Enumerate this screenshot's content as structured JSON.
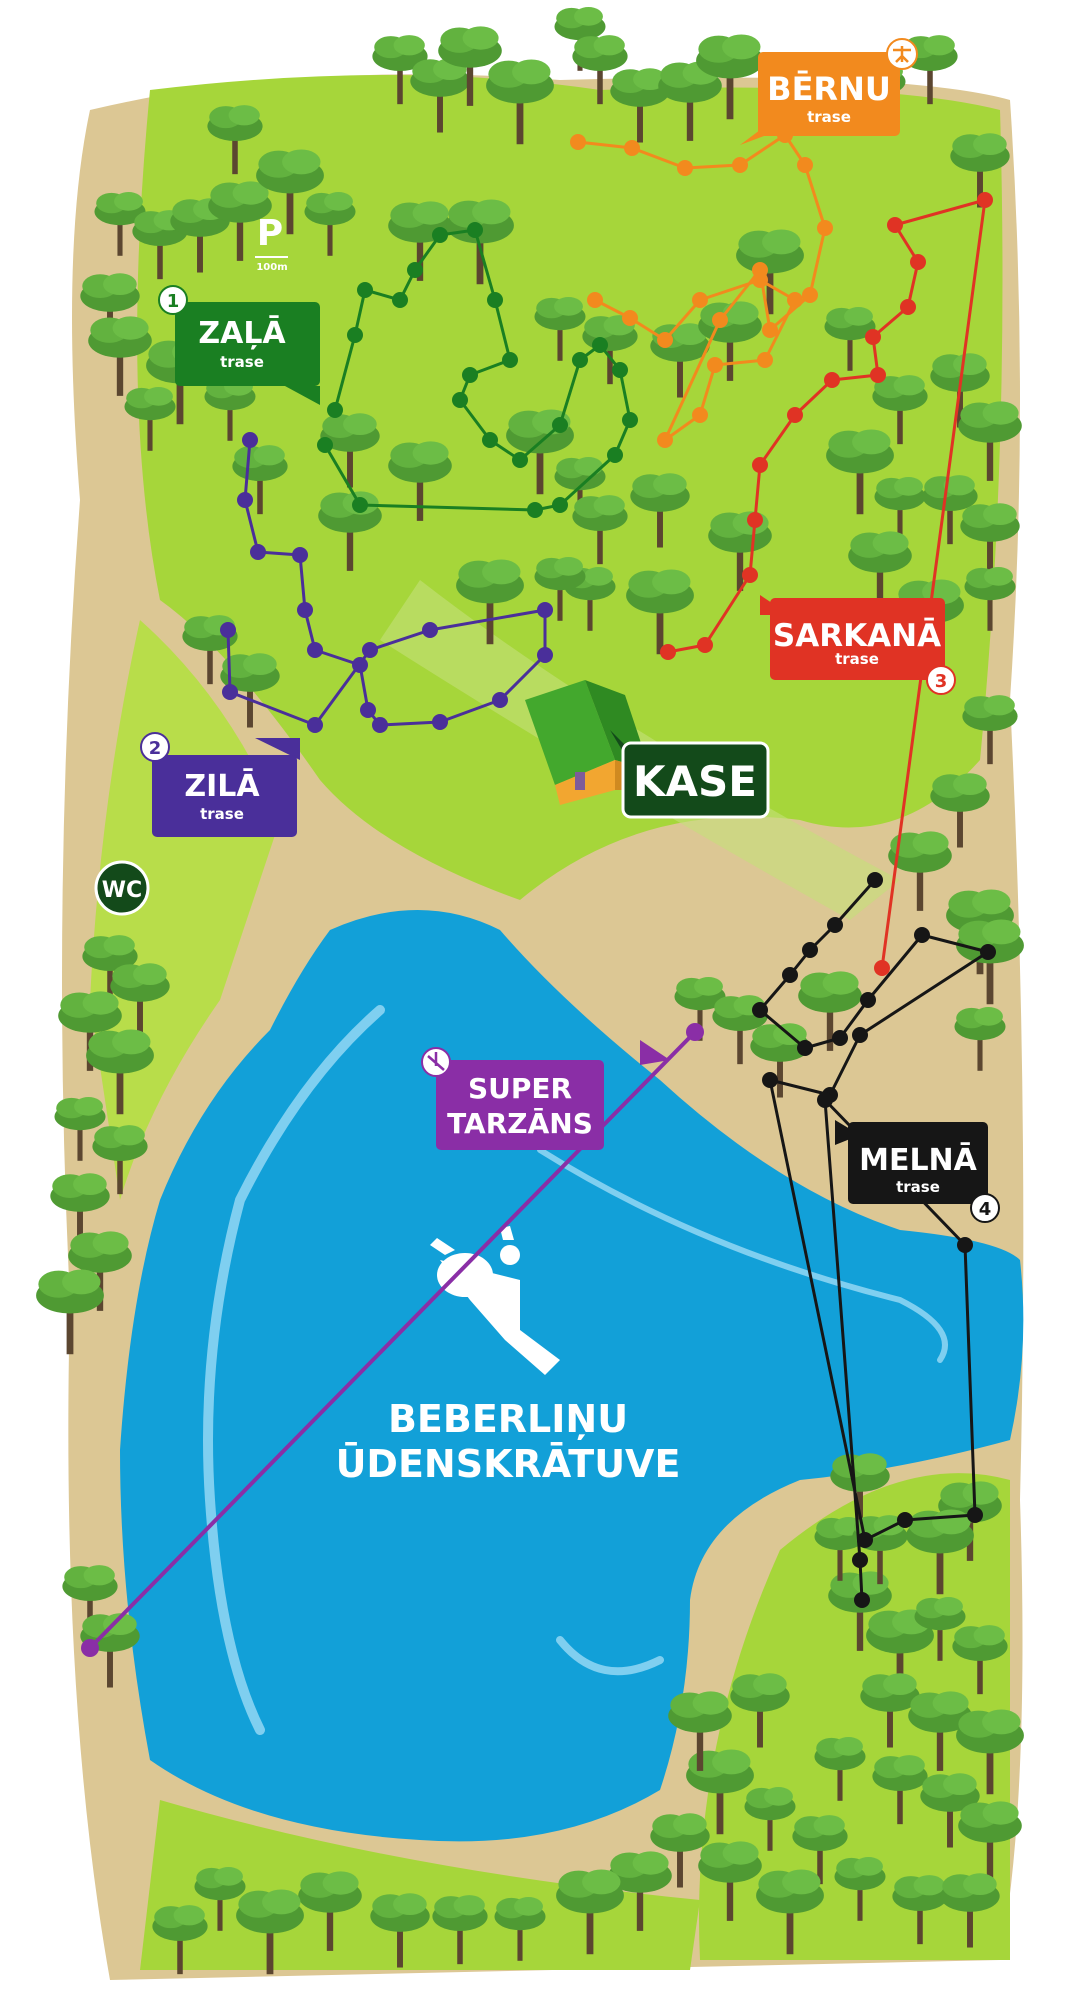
{
  "map": {
    "lake_name_line1": "BEBERLIŅU",
    "lake_name_line2": "ŪDENSKRĀTUVE",
    "parking": {
      "letter": "P",
      "distance": "100m"
    },
    "wc": "WC",
    "kase": "KASE"
  },
  "routes": [
    {
      "id": "zala",
      "name": "ZAĻĀ",
      "sub": "trase",
      "number": "1",
      "color": "#1a7f22"
    },
    {
      "id": "zila",
      "name": "ZILĀ",
      "sub": "trase",
      "number": "2",
      "color": "#4a2f9a"
    },
    {
      "id": "sarkana",
      "name": "SARKANĀ",
      "sub": "trase",
      "number": "3",
      "color": "#e03324"
    },
    {
      "id": "melna",
      "name": "MELNĀ",
      "sub": "trase",
      "number": "4",
      "color": "#161616"
    },
    {
      "id": "bernu",
      "name": "BĒRNU",
      "sub": "trase",
      "number": "",
      "color": "#f28a1e"
    },
    {
      "id": "tarzans",
      "name_line1": "SUPER",
      "name_line2": "TARZĀNS",
      "color": "#8a2ea6"
    }
  ],
  "colors": {
    "grass": "#a6d63a",
    "path": "#dcc794",
    "water": "#12a0d8",
    "tree": "#5aa83a"
  }
}
